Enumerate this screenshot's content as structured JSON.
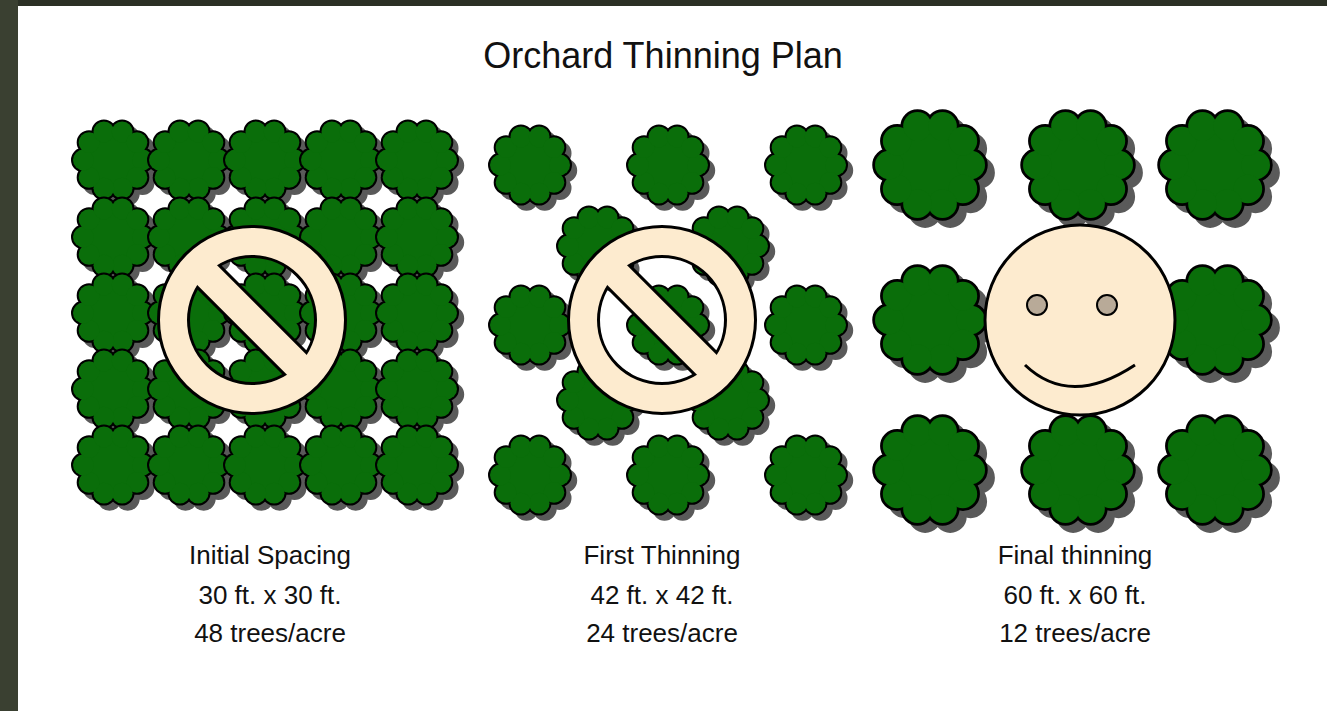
{
  "diagram": {
    "title": "Orchard Thinning Plan",
    "labels": [
      "Initial Spacing",
      "30 ft. x 30 ft.",
      "48 trees/acre",
      "First Thinning",
      "42 ft. x 42 ft.",
      "24 trees/acre",
      "Final thinning",
      "60 ft. x 60 ft.",
      "12 trees/acre"
    ]
  }
}
